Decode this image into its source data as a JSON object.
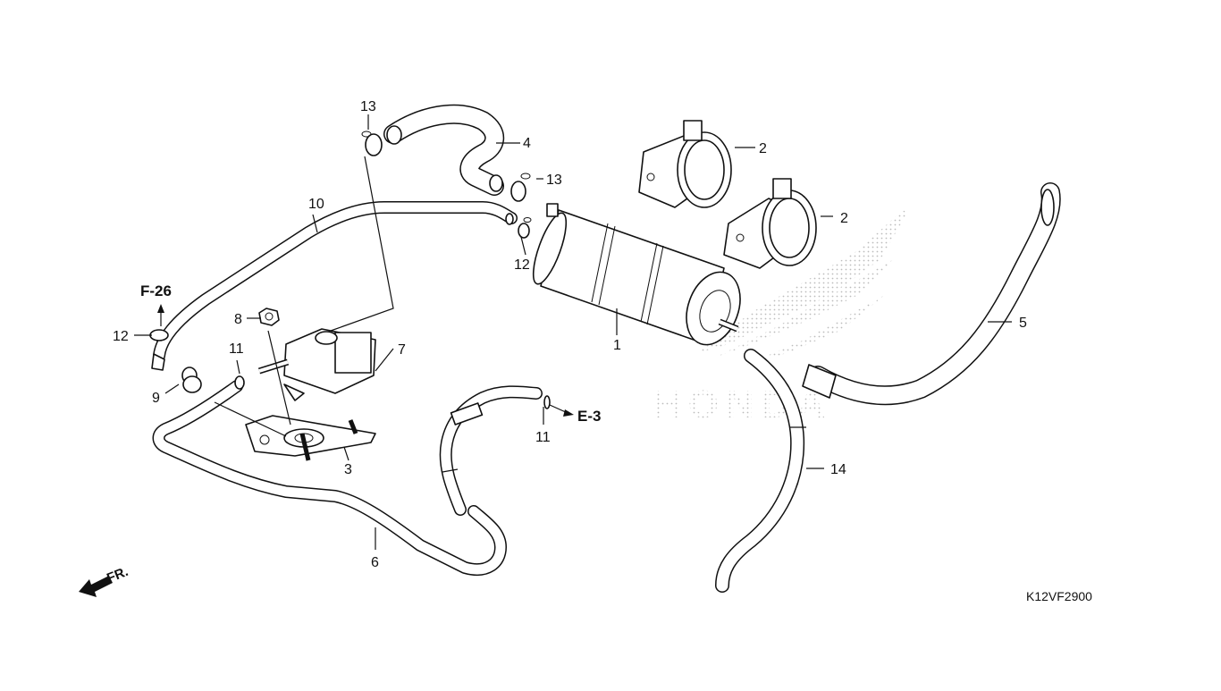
{
  "diagram": {
    "callouts": {
      "c1": "1",
      "c2a": "2",
      "c2b": "2",
      "c3": "3",
      "c4": "4",
      "c5": "5",
      "c6": "6",
      "c7": "7",
      "c8": "8",
      "c9": "9",
      "c10": "10",
      "c11a": "11",
      "c11b": "11",
      "c12a": "12",
      "c12b": "12",
      "c13a": "13",
      "c13b": "13",
      "c14": "14"
    },
    "references": {
      "f26": "F-26",
      "e3": "E-3"
    },
    "front_label": "FR.",
    "drawing_code": "K12VF2900",
    "watermark_text": "HONDA"
  }
}
